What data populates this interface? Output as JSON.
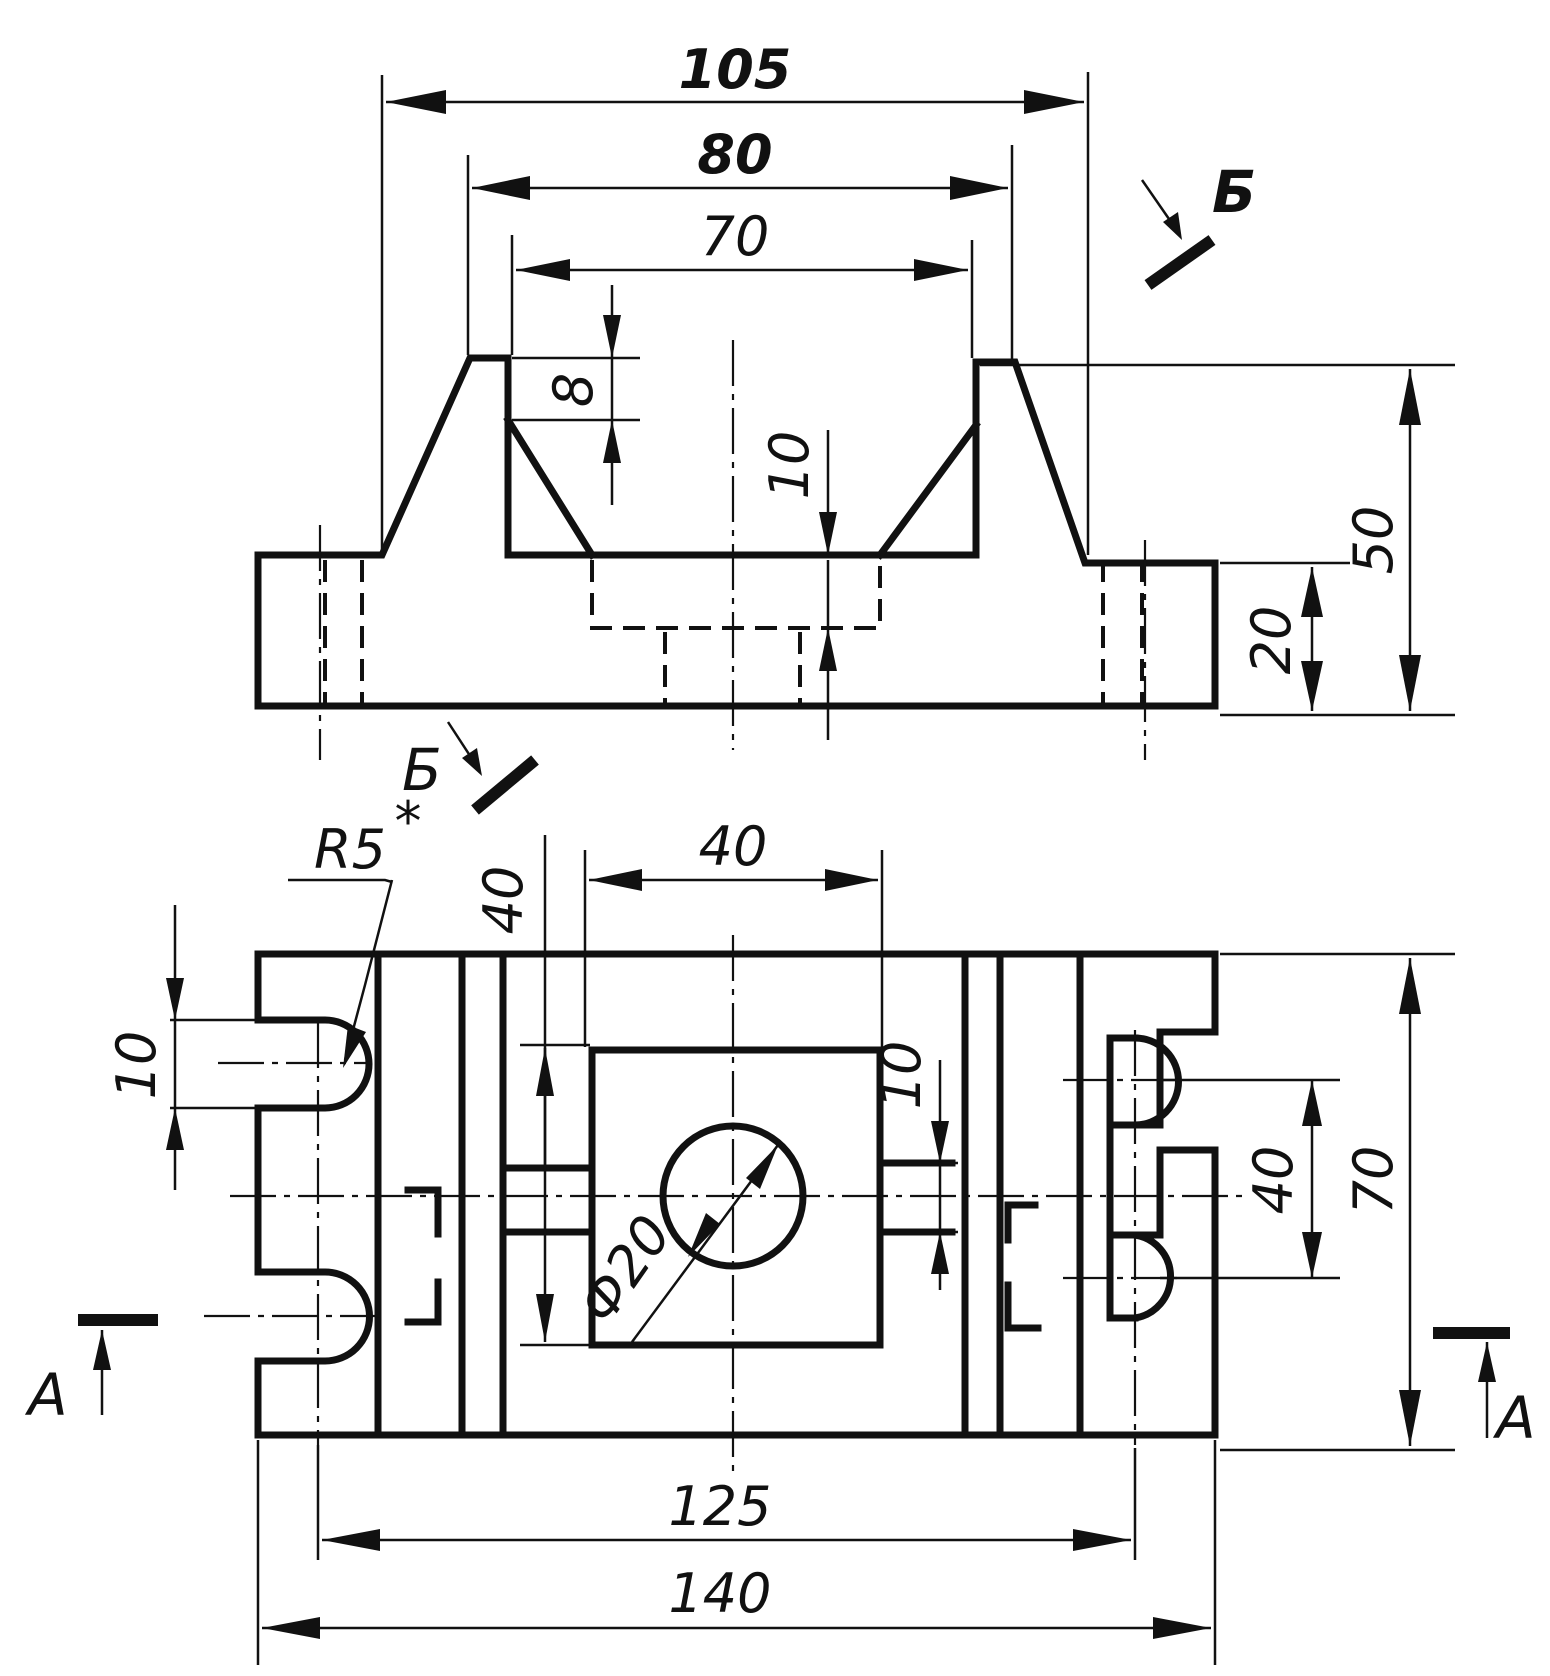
{
  "front_view": {
    "dims": {
      "overall_width": "105",
      "mid_width": "80",
      "inner_width": "70",
      "slot_depth": "8",
      "step_height": "10",
      "height": "50",
      "base_height": "20"
    },
    "section_label_top": "Б"
  },
  "plan_view": {
    "dims": {
      "slot_radius": "R5",
      "slot_radius_mark": "*",
      "slot_width": "10",
      "pocket_length": "40",
      "pocket_width": "40",
      "web_thickness": "10",
      "hole_diameter": "Ф20",
      "slot_spacing": "40",
      "depth": "70",
      "hole_spacing": "125",
      "length": "140"
    },
    "section_label_bottom": "Б",
    "section_label_left": "А",
    "section_label_right": "А"
  }
}
